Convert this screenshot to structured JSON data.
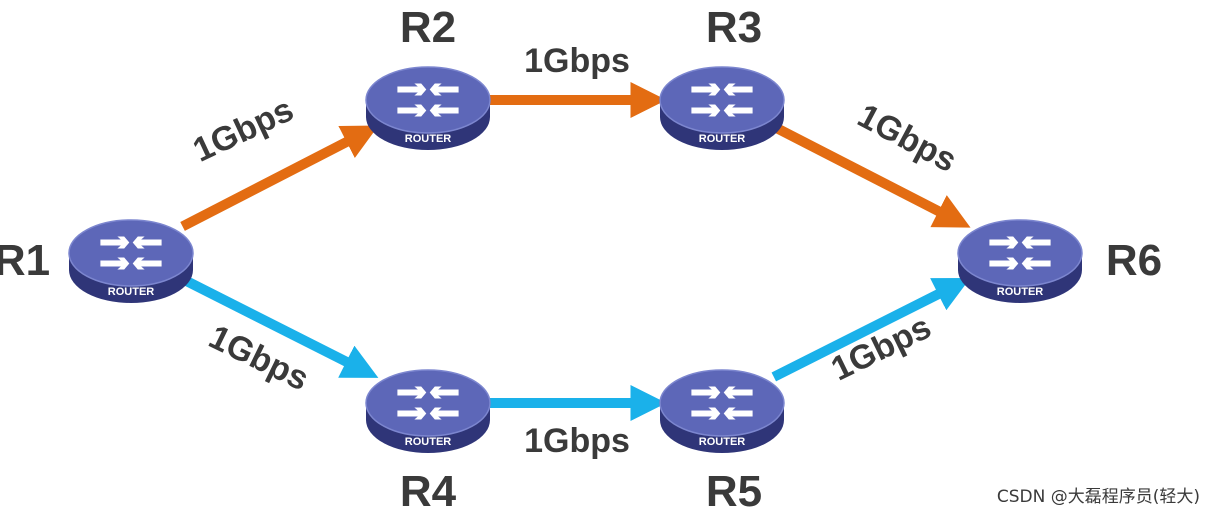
{
  "colors": {
    "orange": "#e36c12",
    "blue": "#1ab1ea",
    "router_top": "#5d67b8",
    "router_side": "#2f3578",
    "text": "#3a3a3a"
  },
  "nodes": [
    {
      "id": "R1",
      "label": "R1",
      "device": "ROUTER"
    },
    {
      "id": "R2",
      "label": "R2",
      "device": "ROUTER"
    },
    {
      "id": "R3",
      "label": "R3",
      "device": "ROUTER"
    },
    {
      "id": "R4",
      "label": "R4",
      "device": "ROUTER"
    },
    {
      "id": "R5",
      "label": "R5",
      "device": "ROUTER"
    },
    {
      "id": "R6",
      "label": "R6",
      "device": "ROUTER"
    }
  ],
  "links": [
    {
      "from": "R1",
      "to": "R2",
      "label": "1Gbps",
      "color": "orange"
    },
    {
      "from": "R2",
      "to": "R3",
      "label": "1Gbps",
      "color": "orange"
    },
    {
      "from": "R3",
      "to": "R6",
      "label": "1Gbps",
      "color": "orange"
    },
    {
      "from": "R1",
      "to": "R4",
      "label": "1Gbps",
      "color": "blue"
    },
    {
      "from": "R4",
      "to": "R5",
      "label": "1Gbps",
      "color": "blue"
    },
    {
      "from": "R5",
      "to": "R6",
      "label": "1Gbps",
      "color": "blue"
    }
  ],
  "watermark": "CSDN @大磊程序员(轻大)"
}
